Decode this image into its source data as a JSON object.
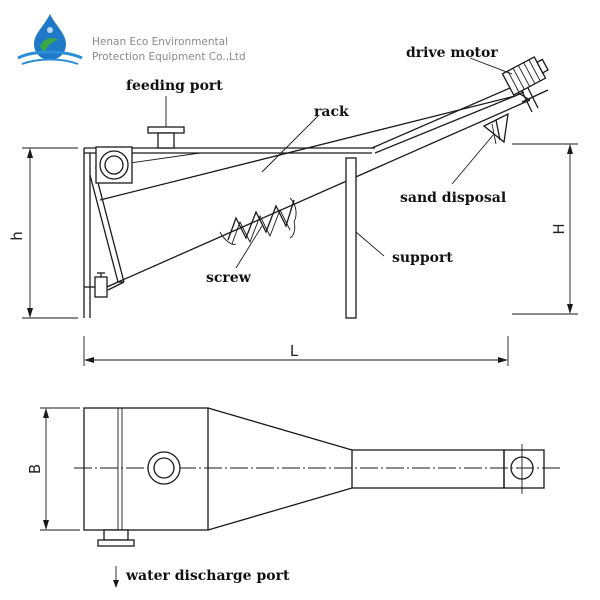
{
  "company": {
    "name_line1": "Henan Eco Environmental",
    "name_line2": "Protection Equipment Co.,Ltd",
    "logo_icon": "water-drop-logo-icon",
    "colors": {
      "drop_blue": "#1f78c8",
      "leaf_green": "#3aa845",
      "wave_blue": "#2b8fd6"
    }
  },
  "labels": {
    "feeding_port": "feeding port",
    "rack": "rack",
    "drive_motor": "drive motor",
    "sand_disposal": "sand disposal",
    "support": "support",
    "screw": "screw",
    "water_discharge_port": "water discharge port"
  },
  "dimensions": {
    "h": "h",
    "H": "H",
    "L": "L",
    "B": "B"
  }
}
